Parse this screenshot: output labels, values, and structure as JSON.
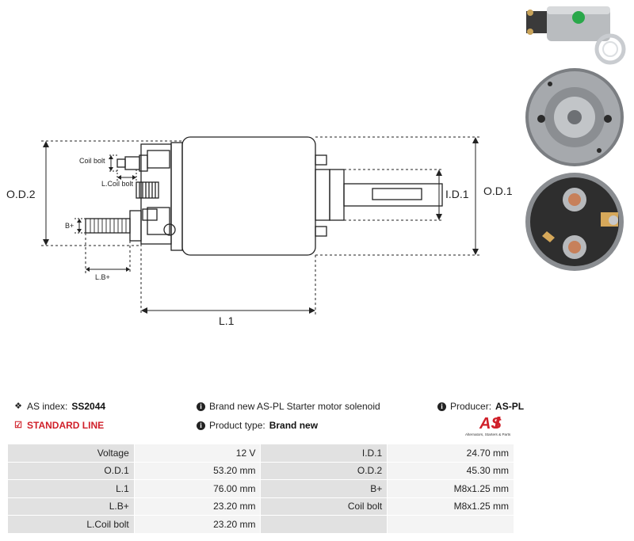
{
  "drawing": {
    "labels": {
      "od2": "O.D.2",
      "od1": "O.D.1",
      "id1": "I.D.1",
      "l1": "L.1",
      "coil_bolt": "Coil bolt",
      "l_coil_bolt": "L.Coil bolt",
      "b_plus": "B+",
      "l_b_plus": "L.B+"
    }
  },
  "info": {
    "as_index_label": "AS index:",
    "as_index_value": "SS2044",
    "line_label": "STANDARD LINE",
    "description": "Brand new AS-PL Starter motor solenoid",
    "product_type_label": "Product type:",
    "product_type_value": "Brand new",
    "producer_label": "Producer:",
    "producer_value": "AS-PL",
    "logo_text": "AS",
    "logo_subtext": "Alternators, Starters & Parts",
    "accent_color": "#d0202a"
  },
  "specs": {
    "rows": [
      {
        "l1": "Voltage",
        "v1": "12 V",
        "l2": "I.D.1",
        "v2": "24.70 mm"
      },
      {
        "l1": "O.D.1",
        "v1": "53.20 mm",
        "l2": "O.D.2",
        "v2": "45.30 mm"
      },
      {
        "l1": "L.1",
        "v1": "76.00 mm",
        "l2": "B+",
        "v2": "M8x1.25 mm"
      },
      {
        "l1": "L.B+",
        "v1": "23.20 mm",
        "l2": "Coil bolt",
        "v2": "M8x1.25 mm"
      },
      {
        "l1": "L.Coil bolt",
        "v1": "23.20 mm",
        "l2": "",
        "v2": ""
      }
    ]
  }
}
